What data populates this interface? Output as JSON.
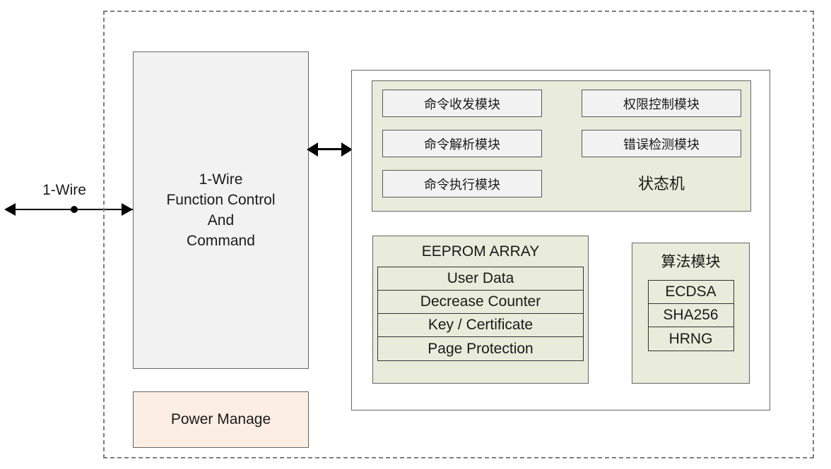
{
  "diagram": {
    "external_bus": {
      "label": "1-Wire"
    },
    "function_block": {
      "label": "1-Wire\nFunction Control\nAnd\nCommand"
    },
    "power_block": {
      "label": "Power Manage"
    },
    "command_panel": {
      "left_modules": [
        {
          "label": "命令收发模块"
        },
        {
          "label": "命令解析模块"
        },
        {
          "label": "命令执行模块"
        }
      ],
      "right_modules": [
        {
          "label": "权限控制模块"
        },
        {
          "label": "错误检测模块"
        }
      ],
      "state_machine_label": "状态机"
    },
    "eeprom": {
      "title": "EEPROM ARRAY",
      "rows": [
        {
          "label": "User Data"
        },
        {
          "label": "Decrease Counter"
        },
        {
          "label": "Key / Certificate"
        },
        {
          "label": "Page Protection"
        }
      ]
    },
    "algorithm": {
      "title": "算法模块",
      "rows": [
        {
          "label": "ECDSA"
        },
        {
          "label": "SHA256"
        },
        {
          "label": "HRNG"
        }
      ]
    },
    "colors": {
      "green_panel": "#e9ecda",
      "gray_block": "#f2f2f2",
      "peach_block": "#fceee3",
      "border": "#666666",
      "dashed_boundary": "#7f7f7f",
      "arrow": "#000000"
    }
  }
}
